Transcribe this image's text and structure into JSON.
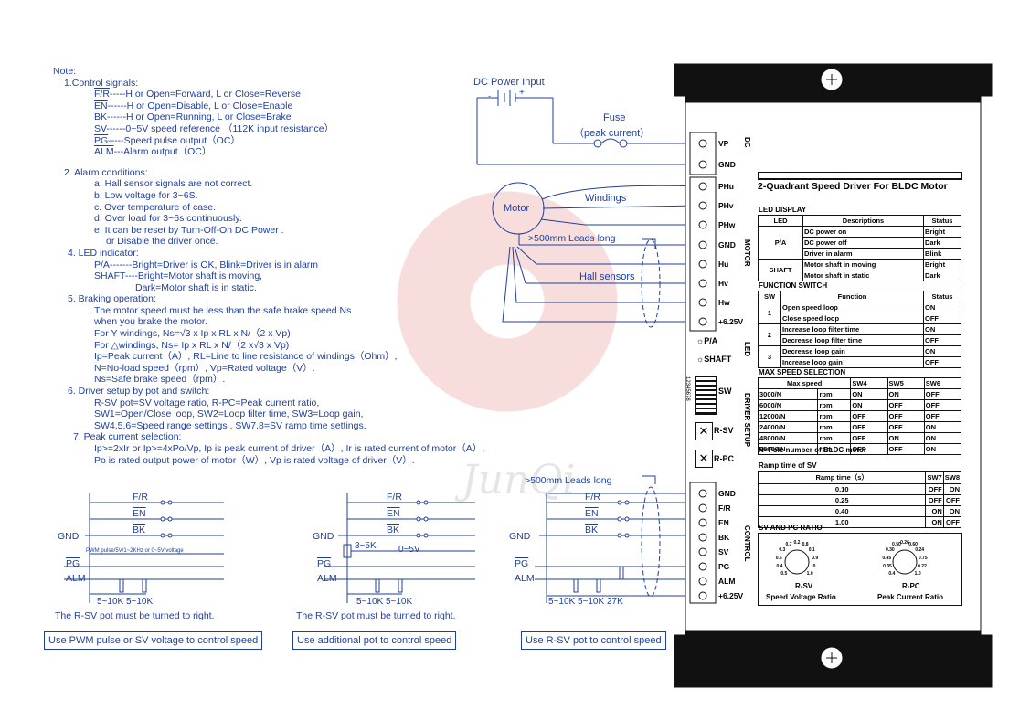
{
  "notes": {
    "title": "Note:",
    "s1": {
      "head": "1.Control signals:",
      "fr": [
        "F/R",
        "-----H or Open=Forward, L or Close=Reverse"
      ],
      "en": [
        "EN",
        "------H or Open=Disable, L or Close=Enable"
      ],
      "bk": [
        "BK",
        "------H or Open=Running, L or Close=Brake"
      ],
      "sv": "SV------0~5V speed reference （112K input resistance）",
      "pg": [
        "PG",
        "-----Speed pulse output（OC）"
      ],
      "alm": [
        "ALM",
        "---Alarm output（OC）"
      ]
    },
    "s2": {
      "head": "2. Alarm conditions:",
      "a": "a. Hall sensor signals are not correct.",
      "b": "b. Low voltage  for 3~6S.",
      "c": "c. Over temperature of case.",
      "d": "d. Over load for 3~6s continuously.",
      "e": "e. It can be reset by Turn-Off-On DC Power .",
      "e2": "or Disable the driver once."
    },
    "s4": {
      "head": "4. LED indicator:",
      "pa": "P/A-------Bright=Driver is OK,  Blink=Driver is in alarm",
      "shaft": "SHAFT----Bright=Motor shaft is moving,",
      "shaft2": "Dark=Motor shaft is in static."
    },
    "s5": {
      "head": "5. Braking operation:",
      "l1": "The motor speed must be less than the safe brake speed Ns",
      "l2": "when you brake the motor.",
      "l3": "For Y windings, Ns=√3 x Ip x RL x N/（2 x Vp)",
      "l4": "For △windings, Ns= Ip x RL x N/（2 x√3 x Vp)",
      "l5": "Ip=Peak current（A）, RL=Line to line resistance of windings（Ohm）,",
      "l6": "N=No-load speed（rpm）, Vp=Rated voltage（V）.",
      "l7": "Ns=Safe brake speed（rpm）."
    },
    "s6": {
      "head": "6. Driver setup by pot and switch:",
      "l1": "R-SV pot=SV voltage ratio,   R-PC=Peak current ratio,",
      "l2": "SW1=Open/Close loop,  SW2=Loop filter time,  SW3=Loop gain,",
      "l3": "SW4,5,6=Speed range settings ,  SW7,8=SV ramp time settings."
    },
    "s7": {
      "head": "7. Peak current selection:",
      "l1": "Ip>=2xIr or Ip>=4xPo/Vp,  Ip is peak current of driver（A）, Ir is rated current of motor（A）,",
      "l2": "Po is rated output power of motor（W）, Vp is rated voltage of driver（V）."
    }
  },
  "power": {
    "dc_input": "DC Power Input",
    "fuse": "Fuse",
    "peak_current": "（peak current）"
  },
  "motor": {
    "label": "Motor",
    "windings": "Windings",
    "leads": ">500mm Leads long",
    "hall": "Hall sensors"
  },
  "control_leads": ">500mm Leads long",
  "driver": {
    "title": "2-Quadrant Speed Driver For BLDC Motor",
    "dc_pins": [
      "VP",
      "GND"
    ],
    "dc_group": "DC",
    "motor_pins": [
      "PHu",
      "PHv",
      "PHw",
      "GND",
      "Hu",
      "Hv",
      "Hw",
      "+6.25V"
    ],
    "motor_group": "MOTOR",
    "led_pa": "P/A",
    "led_shaft": "SHAFT",
    "led_group": "LED",
    "sw": "SW",
    "sw_numbers": "12345678",
    "rsv": "R-SV",
    "rpc": "R-PC",
    "setup_group": "DRIVER SETUP",
    "ctrl_pins": [
      "GND",
      "F/R",
      "EN",
      "BK",
      "SV",
      "PG",
      "ALM",
      "+6.25V"
    ],
    "ctrl_group": "CONTROL",
    "led_display": {
      "title": "LED DISPLAY",
      "headers": [
        "LED",
        "Descriptions",
        "Status"
      ],
      "pa_label": "P/A",
      "shaft_label": "SHAFT",
      "rows": [
        [
          "DC power on",
          "Bright"
        ],
        [
          "DC power off",
          "Dark"
        ],
        [
          "Driver in alarm",
          "Blink"
        ],
        [
          "Motor shaft in moving",
          "Bright"
        ],
        [
          "Motor shaft in static",
          "Dark"
        ]
      ]
    },
    "function_switch": {
      "title": "FUNCTION SWITCH",
      "headers": [
        "SW",
        "Function",
        "Status"
      ],
      "nums": [
        "1",
        "2",
        "3"
      ],
      "rows": [
        [
          "Open speed loop",
          "ON"
        ],
        [
          "Close speed loop",
          "OFF"
        ],
        [
          "Increase loop filter time",
          "ON"
        ],
        [
          "Decrease loop filter time",
          "OFF"
        ],
        [
          "Decrease loop gain",
          "ON"
        ],
        [
          "Increase loop gain",
          "OFF"
        ]
      ]
    },
    "max_speed": {
      "title": "MAX SPEED SELECTION",
      "headers": [
        "Max speed",
        "SW4",
        "SW5",
        "SW6"
      ],
      "rows": [
        [
          "3000/N",
          "rpm",
          "ON",
          "ON",
          "OFF"
        ],
        [
          "6000/N",
          "rpm",
          "ON",
          "OFF",
          "OFF"
        ],
        [
          "12000/N",
          "rpm",
          "OFF",
          "OFF",
          "OFF"
        ],
        [
          "24000/N",
          "rpm",
          "OFF",
          "OFF",
          "ON"
        ],
        [
          "48000/N",
          "rpm",
          "OFF",
          "ON",
          "ON"
        ],
        [
          "96000/N",
          "rpm",
          "OFF",
          "OFF",
          "ON"
        ]
      ],
      "note": "N=Pole number of BLDC motor"
    },
    "ramp": {
      "title": "Ramp time of SV",
      "headers": [
        "Ramp time（s）",
        "SW7",
        "SW8"
      ],
      "rows": [
        [
          "0.10",
          "OFF",
          "ON"
        ],
        [
          "0.25",
          "OFF",
          "OFF"
        ],
        [
          "0.40",
          "ON",
          "ON"
        ],
        [
          "1.00",
          "ON",
          "OFF"
        ]
      ]
    },
    "ratio": {
      "title": "SV AND PC RATIO",
      "rsv_ticks": [
        "0.5",
        "0.4",
        "0.6",
        "0.3",
        "0.7",
        "0.2",
        "0.8",
        "0.1",
        "0.9",
        "0",
        "1.0"
      ],
      "rpc_ticks": [
        "0.4",
        "0.35",
        "0.45",
        "0.30",
        "0.50",
        "0.26",
        "0.60",
        "0.24",
        "0.75",
        "0.22",
        "1.0"
      ],
      "rsv_label": "R-SV",
      "rpc_label": "R-PC",
      "rsv_caption": "Speed Voltage Ratio",
      "rpc_caption": "Peak Current Ratio"
    }
  },
  "circuits": {
    "fr": "F/R",
    "en": "EN",
    "bk": "BK",
    "gnd": "GND",
    "pg": "PG",
    "alm": "ALM",
    "c1_pwm": "PWM pulse/5V/1~2KHz or 0~5V voltage",
    "c1_res": "5~10K 5~10K",
    "c1_note": "The R-SV pot must be turned to right.",
    "c1_caption": "Use PWM pulse or SV voltage to control speed",
    "c2_pot": "3~5K",
    "c2_volt": "0~5V",
    "c2_res": "5~10K 5~10K",
    "c2_note": "The R-SV pot must be turned to right.",
    "c2_caption": "Use additional  pot to control speed",
    "c3_res": "5~10K 5~10K 27K",
    "c3_caption": "Use R-SV pot to control speed"
  },
  "watermark": "JunQi",
  "colors": {
    "line": "#1f3f9b",
    "black": "#111111",
    "watermark": "#d64444"
  }
}
